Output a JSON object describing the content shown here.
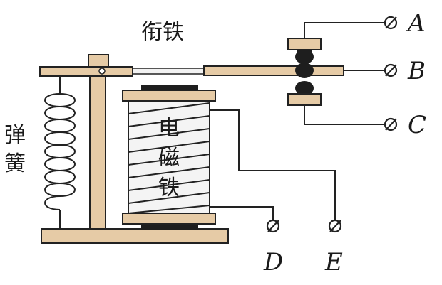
{
  "labels": {
    "armature": "衔铁",
    "spring": [
      "弹",
      "簧"
    ],
    "electromagnet": [
      "电",
      "磁",
      "铁"
    ]
  },
  "terminals": [
    {
      "id": "A",
      "label": "A"
    },
    {
      "id": "B",
      "label": "B"
    },
    {
      "id": "C",
      "label": "C"
    },
    {
      "id": "D",
      "label": "D"
    },
    {
      "id": "E",
      "label": "E"
    }
  ],
  "colors": {
    "wood": "#e6cba6",
    "coil_fill": "#f4f4f4",
    "line": "#222222",
    "contact": "#1e1e1e"
  }
}
